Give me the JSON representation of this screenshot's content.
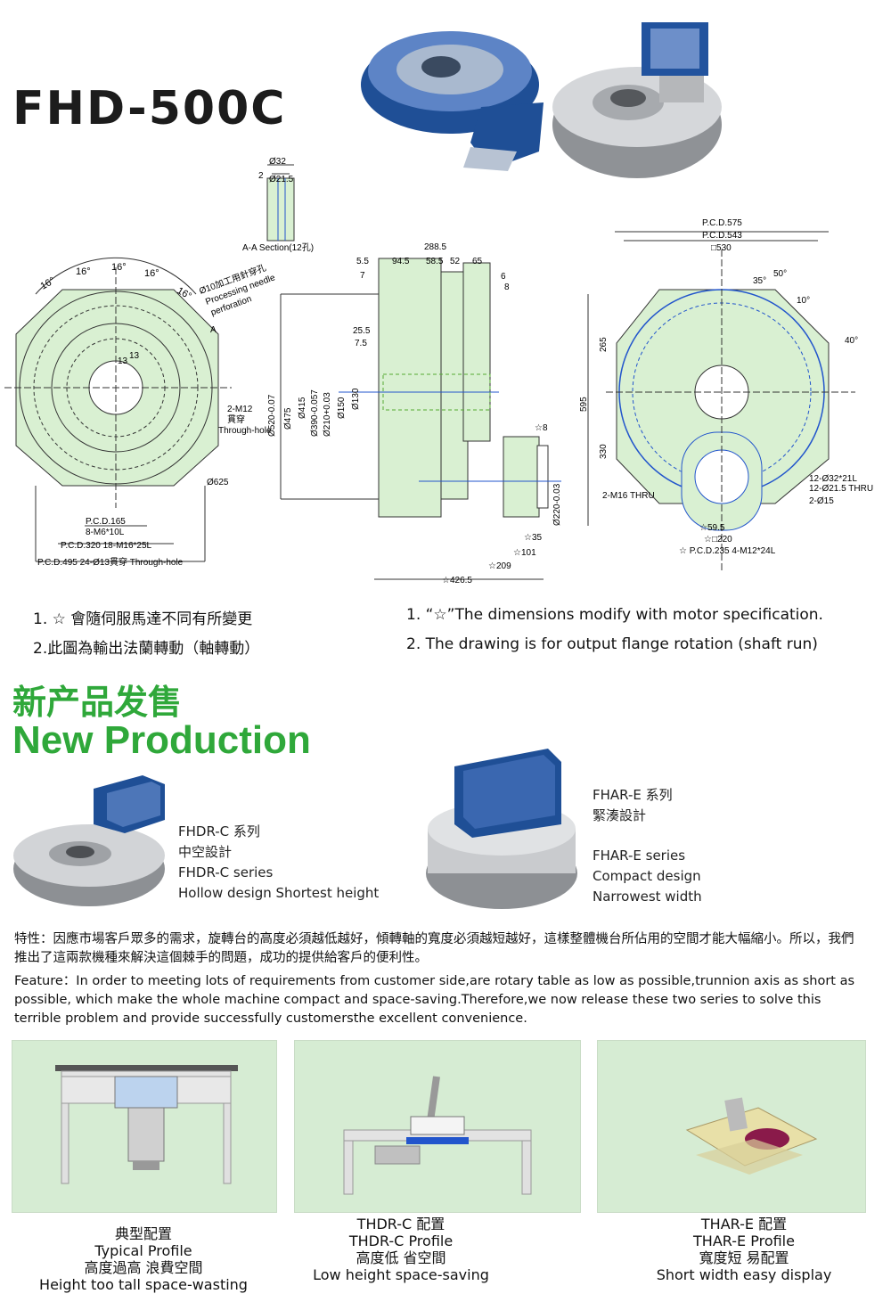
{
  "header": {
    "model_title": "FHD-500C"
  },
  "drawing": {
    "section_label": "A-A Section(12孔)",
    "section_dims": [
      "Ø32",
      "Ø21.5",
      "2"
    ],
    "front_angles": [
      "16°",
      "16°",
      "16°",
      "16°",
      "16°",
      "16°"
    ],
    "front_callouts": [
      "Ø10加工用針穿孔",
      "Processing needle",
      "perforation",
      "A",
      "2-M12",
      "貫穿",
      "Through-hole",
      "Ø625",
      "13",
      "13"
    ],
    "front_bottom_labels": [
      "P.C.D.165",
      "8-M6*10L",
      "P.C.D.320 18-M16*25L",
      "P.C.D.495 24-Ø13貫穿 Through-hole"
    ],
    "side_top_dims": [
      "288.5",
      "5.5",
      "94.5",
      "58.5",
      "52",
      "65",
      "7",
      "6",
      "8",
      "25.5",
      "7.5"
    ],
    "side_diameters": [
      "Ø520-0.07",
      "Ø475",
      "Ø415",
      "Ø390-0.057",
      "Ø210+0.03",
      "Ø150",
      "Ø130"
    ],
    "side_star_dims": [
      "☆8",
      "Ø220-0.03",
      "☆35",
      "☆101",
      "☆209",
      "☆426.5"
    ],
    "right_top_dims": [
      "P.C.D.575",
      "P.C.D.543",
      "□530",
      "50°",
      "35°",
      "10°",
      "40°"
    ],
    "right_side_dims": [
      "265",
      "595",
      "330"
    ],
    "right_callouts": [
      "2-M16 THRU",
      "12-Ø32*21L",
      "12-Ø21.5 THRU",
      "2-Ø15",
      "☆59.5",
      "☆□220",
      "☆ P.C.D.235 4-M12*24L"
    ]
  },
  "notes": {
    "zh_1": "1. ☆ 會隨伺服馬達不同有所變更",
    "zh_2": "2.此圖為輸出法蘭轉動（軸轉動）",
    "en_1": "1. “☆”The dimensions modify with motor specification.",
    "en_2": "2. The drawing is for output flange rotation (shaft run)"
  },
  "new_product": {
    "heading_zh": "新产品发售",
    "heading_en": "New  Production"
  },
  "products": {
    "fhdr": {
      "line1": "FHDR-C 系列",
      "line2": "中空設計",
      "line3": "FHDR-C series",
      "line4": "Hollow design Shortest height"
    },
    "fhar": {
      "line1": "FHAR-E 系列",
      "line2": "緊湊設計",
      "line3": "FHAR-E series",
      "line4": "Compact design",
      "line5": "Narrowest width"
    }
  },
  "feature": {
    "zh": "特性：因應市場客戶眾多的需求，旋轉台的高度必須越低越好，傾轉軸的寬度必須越短越好，這樣整體機台所佔用的空間才能大幅縮小。所以，我們推出了這兩款機種來解決這個棘手的問題，成功的提供給客戶的便利性。",
    "en": "Feature：In order to meeting lots of requirements from customer side,are rotary table as low as possible,trunnion axis as short as possible, which make the whole machine compact and space-saving.Therefore,we now release these two series to solve this terrible problem and provide successfully customersthe excellent convenience."
  },
  "profiles": [
    {
      "l1": "典型配置",
      "l2": "Typical Profile",
      "l3": "高度過高 浪費空間",
      "l4": "Height too tall space-wasting"
    },
    {
      "l1": "THDR-C 配置",
      "l2": "THDR-C Profile",
      "l3": "高度低 省空間",
      "l4": "Low height space-saving"
    },
    {
      "l1": "THAR-E 配置",
      "l2": "THAR-E Profile",
      "l3": "寬度短 易配置",
      "l4": "Short width easy display"
    }
  ],
  "colors": {
    "drawing_fill": "#d9f0d2",
    "heading_green": "#2fa83a",
    "panel_bg": "#d6ecd3",
    "product_blue": "#1f4f96",
    "profile_blue": "#2255cc"
  }
}
